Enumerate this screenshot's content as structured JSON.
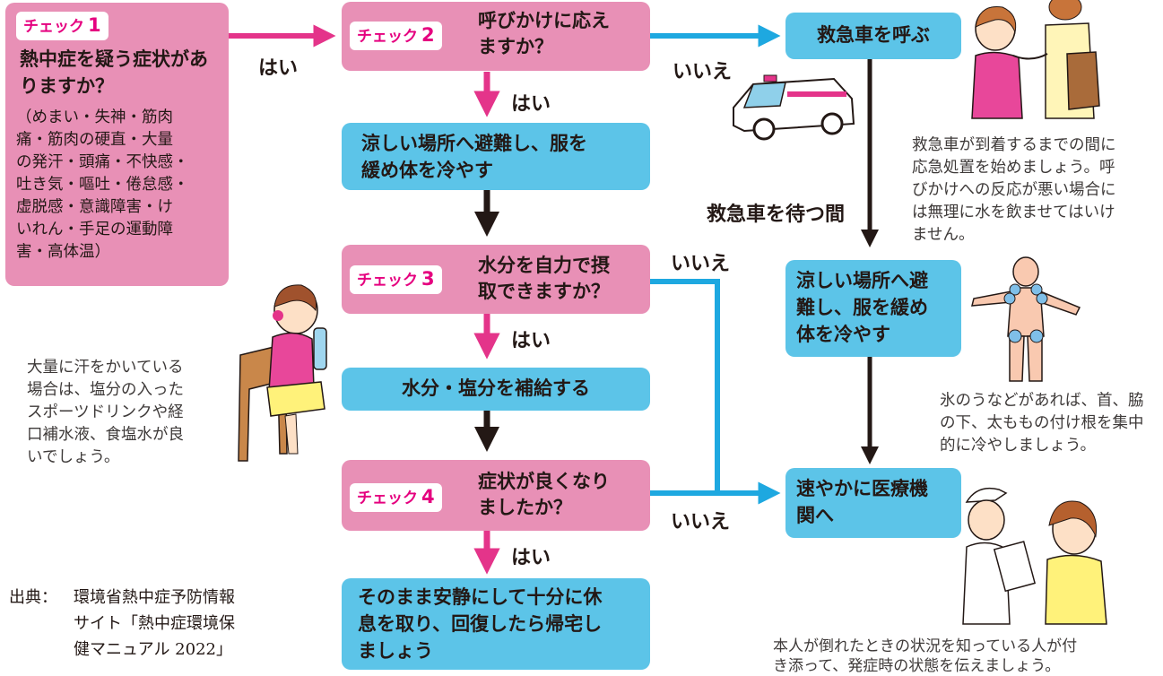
{
  "check1": {
    "tag_text": "チェック",
    "tag_num": "1",
    "question": "熱中症を疑う症状がありますか？",
    "symptoms": [
      "（めまい・失神・筋肉",
      "痛・筋肉の硬直・大量",
      "の発汗・頭痛・不快感・",
      "吐き気・嘔吐・倦怠感・",
      "虚脱感・意識障害・け",
      "いれん・手足の運動障",
      "害・高体温）"
    ]
  },
  "check2": {
    "tag_text": "チェック",
    "tag_num": "2",
    "question_lines": [
      "呼びかけに応え",
      "ますか？"
    ]
  },
  "check3": {
    "tag_text": "チェック",
    "tag_num": "3",
    "question_lines": [
      "水分を自力で摂",
      "取できますか？"
    ]
  },
  "check4": {
    "tag_text": "チェック",
    "tag_num": "4",
    "question_lines": [
      "症状が良くなり",
      "ましたか？"
    ]
  },
  "actions": {
    "cool_center": [
      "涼しい場所へ避難し、服を",
      "緩め体を冷やす"
    ],
    "hydrate": "水分・塩分を補給する",
    "rest": [
      "そのまま安静にして十分に休",
      "息を取り、回復したら帰宅し",
      "ましょう"
    ],
    "ambulance": "救急車を呼ぶ",
    "cool_right": [
      "涼しい場所へ避",
      "難し、服を緩め",
      "体を冷やす"
    ],
    "hospital": [
      "速やかに医療機",
      "関へ"
    ]
  },
  "labels": {
    "yes": "はい",
    "no": "いいえ",
    "waiting": "救急車を待つ間"
  },
  "notes": {
    "ambulance_note": [
      "救急車が到着するまでの間に",
      "応急処置を始めましょう。呼",
      "びかけへの反応が悪い場合に",
      "は無理に水を飲ませてはいけ",
      "ません。"
    ],
    "ice_note": [
      "氷のうなどがあれば、首、脇",
      "の下、太ももの付け根を集中",
      "的に冷やしましょう。"
    ],
    "sweat_note": [
      "大量に汗をかいている",
      "場合は、塩分の入った",
      "スポーツドリンクや経",
      "口補水液、食塩水が良",
      "いでしょう。"
    ],
    "bystander_note": [
      "本人が倒れたときの状況を知っている人が付",
      "き添って、発症時の状態を伝えましょう。"
    ]
  },
  "source": {
    "prefix": "出典：",
    "lines": [
      "環境省熱中症予防情報",
      "サイト「熱中症環境保",
      "健マニュアル 2022」"
    ]
  },
  "colors": {
    "pink_box": "#e890b6",
    "blue_box": "#5cc4e8",
    "pink_arrow": "#e4348a",
    "blue_arrow": "#1ea8e0",
    "black_arrow": "#231815",
    "tag_text": "#e5007f"
  }
}
